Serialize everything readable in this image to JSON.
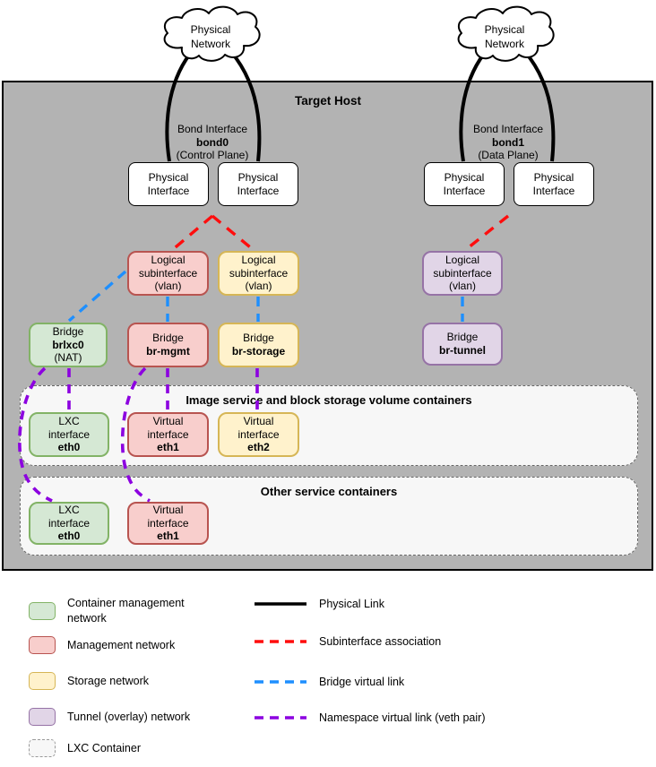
{
  "colors": {
    "host-bg": "#b3b3b3",
    "green-fill": "#d5e8d4",
    "green-stroke": "#82b366",
    "red-fill": "#f8cecc",
    "red-stroke": "#b85450",
    "yellow-fill": "#fff2cc",
    "yellow-stroke": "#d6b656",
    "purple-fill": "#e1d5e7",
    "purple-stroke": "#9673a6",
    "container-fill": "#f7f7f7",
    "container-stroke": "#666666",
    "link-physical": "#000000",
    "link-subinterface": "#ff0d0d",
    "link-bridge": "#1e8fff",
    "link-namespace": "#8c00e0"
  },
  "host": {
    "title": "Target Host"
  },
  "clouds": {
    "left": "Physical\nNetwork",
    "right": "Physical\nNetwork"
  },
  "bonds": {
    "bond0": {
      "title": "Bond Interface",
      "name": "bond0",
      "subtitle": "(Control Plane)",
      "iface_left": "Physical\nInterface",
      "iface_right": "Physical\nInterface"
    },
    "bond1": {
      "title": "Bond Interface",
      "name": "bond1",
      "subtitle": "(Data Plane)",
      "iface_left": "Physical\nInterface",
      "iface_right": "Physical\nInterface"
    }
  },
  "subinterfaces": {
    "mgmt": {
      "text": "Logical\nsubinterface\n(vlan)"
    },
    "storage": {
      "text": "Logical\nsubinterface\n(vlan)"
    },
    "tunnel": {
      "text": "Logical\nsubinterface\n(vlan)"
    }
  },
  "bridges": {
    "brlxc0": {
      "title": "Bridge",
      "name": "brlxc0",
      "subtitle": "(NAT)"
    },
    "br_mgmt": {
      "title": "Bridge",
      "name": "br-mgmt"
    },
    "br_storage": {
      "title": "Bridge",
      "name": "br-storage"
    },
    "br_tunnel": {
      "title": "Bridge",
      "name": "br-tunnel"
    }
  },
  "containers": {
    "image_block": {
      "title": "Image service and block storage volume containers",
      "lxc_eth0": {
        "text": "LXC\ninterface",
        "name": "eth0"
      },
      "virt_eth1": {
        "text": "Virtual\ninterface",
        "name": "eth1"
      },
      "virt_eth2": {
        "text": "Virtual\ninterface",
        "name": "eth2"
      }
    },
    "other": {
      "title": "Other service containers",
      "lxc_eth0": {
        "text": "LXC\ninterface",
        "name": "eth0"
      },
      "virt_eth1": {
        "text": "Virtual\ninterface",
        "name": "eth1"
      }
    }
  },
  "legend": {
    "swatches": [
      {
        "label": "Container management\nnetwork",
        "type": "green"
      },
      {
        "label": "Management network",
        "type": "red"
      },
      {
        "label": "Storage network",
        "type": "yellow"
      },
      {
        "label": "Tunnel (overlay) network",
        "type": "purple"
      },
      {
        "label": "LXC Container",
        "type": "lxc"
      }
    ],
    "lines": [
      {
        "label": "Physical Link",
        "type": "physical"
      },
      {
        "label": "Subinterface association",
        "type": "subinterface"
      },
      {
        "label": "Bridge virtual link",
        "type": "bridge"
      },
      {
        "label": "Namespace virtual link (veth pair)",
        "type": "namespace"
      }
    ]
  }
}
